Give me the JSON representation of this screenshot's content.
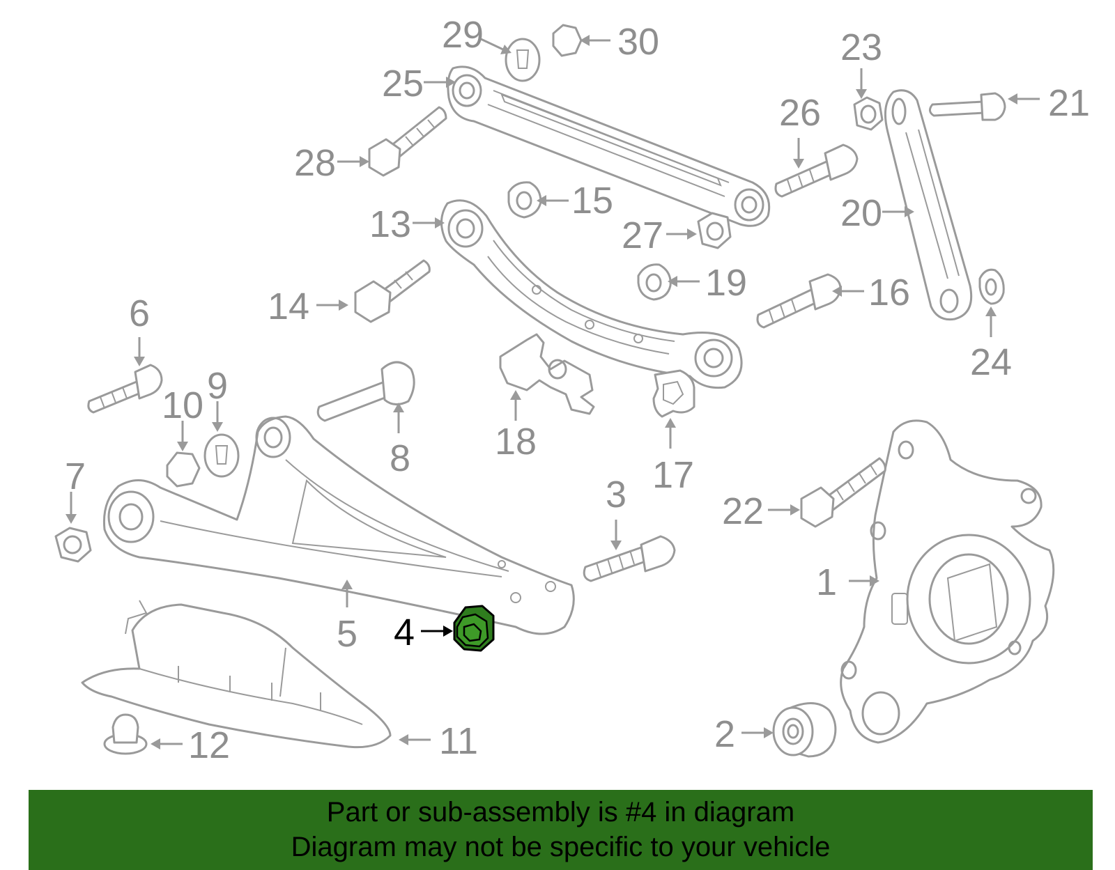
{
  "callouts": [
    {
      "num": "1"
    },
    {
      "num": "2"
    },
    {
      "num": "3"
    },
    {
      "num": "4",
      "highlighted": true
    },
    {
      "num": "5"
    },
    {
      "num": "6"
    },
    {
      "num": "7"
    },
    {
      "num": "8"
    },
    {
      "num": "9"
    },
    {
      "num": "10"
    },
    {
      "num": "11"
    },
    {
      "num": "12"
    },
    {
      "num": "13"
    },
    {
      "num": "14"
    },
    {
      "num": "15"
    },
    {
      "num": "16"
    },
    {
      "num": "17"
    },
    {
      "num": "18"
    },
    {
      "num": "19"
    },
    {
      "num": "20"
    },
    {
      "num": "21"
    },
    {
      "num": "22"
    },
    {
      "num": "23"
    },
    {
      "num": "24"
    },
    {
      "num": "25"
    },
    {
      "num": "26"
    },
    {
      "num": "27"
    },
    {
      "num": "28"
    },
    {
      "num": "29"
    },
    {
      "num": "30"
    }
  ],
  "banner": {
    "line1": "Part or sub-assembly is #4 in diagram",
    "line2": "Diagram may not be specific to your vehicle"
  },
  "colors": {
    "highlight_part": "#2f7d1e",
    "banner_bg": "#2a6f1a",
    "line_art": "#9a9a9a",
    "callout_text": "#8e8e8e"
  }
}
